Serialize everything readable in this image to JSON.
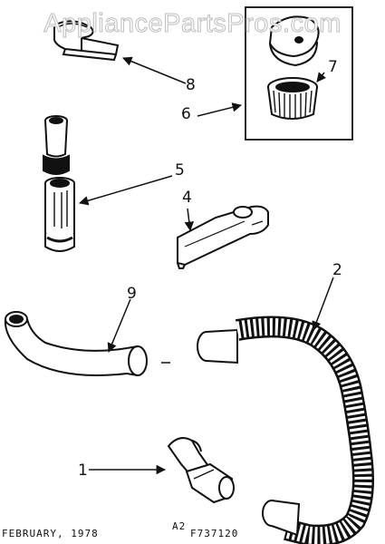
{
  "watermark": "AppliancePartsPros.com",
  "callouts": {
    "c1": "1",
    "c2": "2",
    "c4": "4",
    "c5": "5",
    "c6": "6",
    "c7": "7",
    "c8": "8",
    "c9": "9"
  },
  "footer": {
    "date": "FEBRUARY, 1978",
    "page": "A2",
    "code": "F737120"
  }
}
